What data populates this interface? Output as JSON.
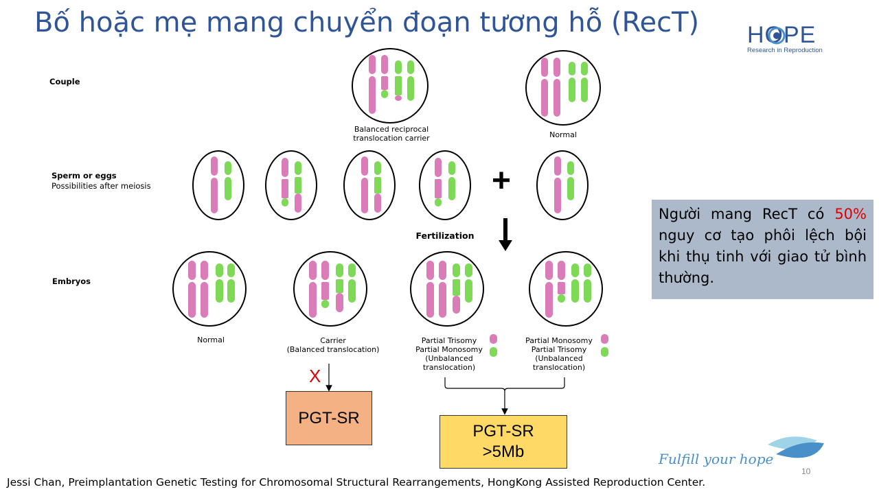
{
  "slide": {
    "title": "Bố hoặc mẹ mang chuyển đoạn tương hỗ (RecT)",
    "page_number": "10"
  },
  "logo": {
    "word": "HOPE",
    "subtitle": "Research in Reproduction",
    "tagline": "Fulfill your hope"
  },
  "colors": {
    "title": "#2f5597",
    "pink": "#d97cb8",
    "green": "#7ed957",
    "info_bg": "#acb9ca",
    "pgt_box_1": "#f4b183",
    "pgt_box_2": "#ffd966",
    "highlight": "#e00000"
  },
  "diagram": {
    "row_labels": {
      "couple": "Couple",
      "gametes_title": "Sperm or eggs",
      "gametes_sub": "Possibilities after meiosis",
      "embryos": "Embryos"
    },
    "couple_labels": {
      "carrier": "Balanced reciprocal\ntranslocation carrier",
      "normal": "Normal"
    },
    "fertilization": "Fertilization",
    "plus": "+",
    "embryo_labels": {
      "normal": "Normal",
      "carrier": "Carrier\n(Balanced translocation)",
      "trisomy": "Partial Trisomy\nPartial Monosomy\n(Unbalanced\ntranslocation)",
      "monosomy": "Partial Monosomy\nPartial Trisomy\n(Unbalanced\ntranslocation)"
    },
    "reject_mark": "X",
    "pgt_box_1": "PGT-SR",
    "pgt_box_2_line1": "PGT-SR",
    "pgt_box_2_line2": ">5Mb"
  },
  "info": {
    "text_before": "Người mang RecT có ",
    "highlight": "50%",
    "text_after": " nguy cơ tạo phôi lệch bội khi thụ tinh với giao tử bình thường."
  },
  "citation": "Jessi Chan, Preimplantation Genetic Testing for Chromosomal Structural Rearrangements, HongKong Assisted Reproduction Center."
}
